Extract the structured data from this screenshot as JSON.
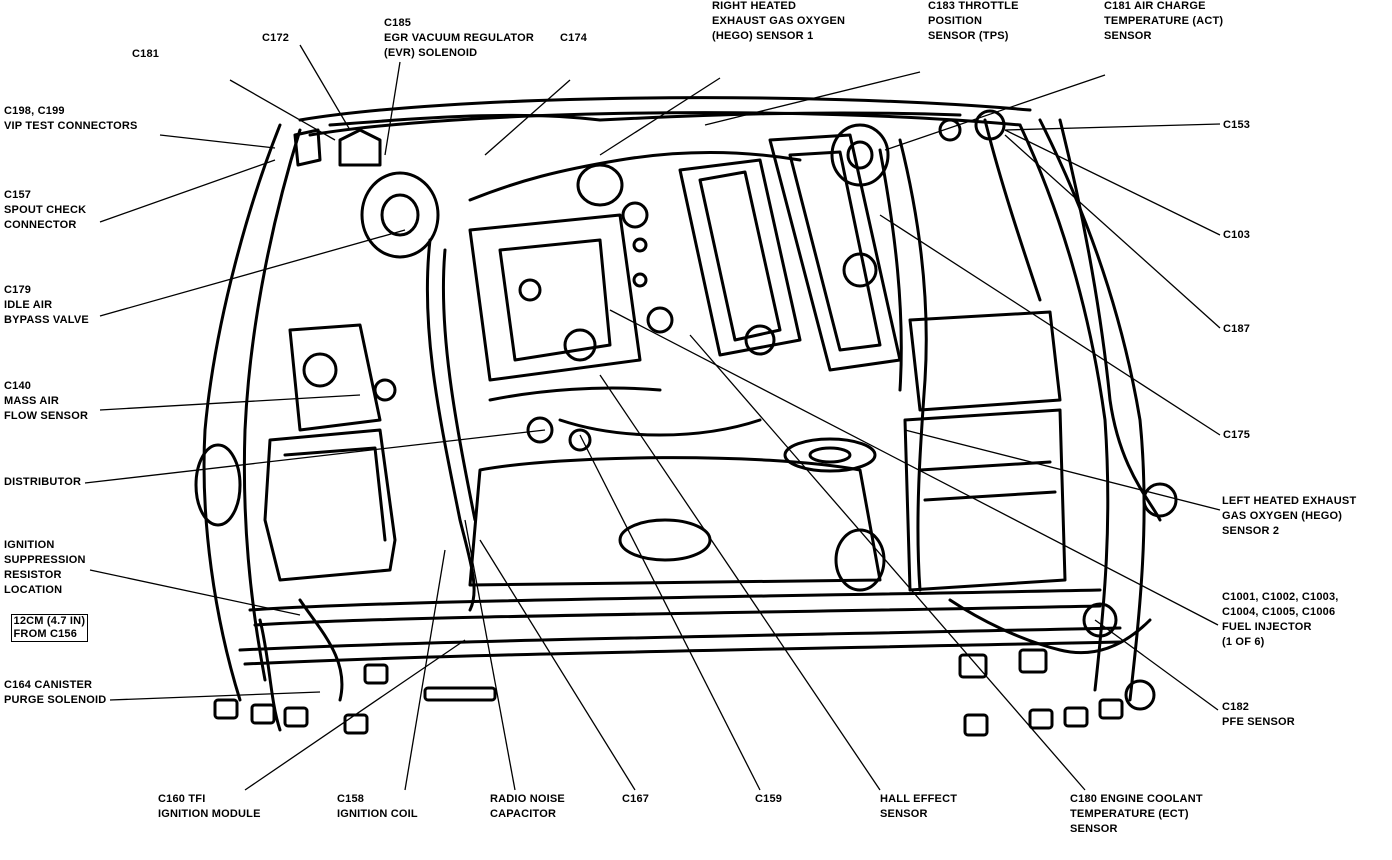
{
  "labels": {
    "c181": [
      "C181"
    ],
    "c172": [
      "C172"
    ],
    "c185": [
      "C185",
      "EGR VACUUM REGULATOR",
      "(EVR) SOLENOID"
    ],
    "c174": [
      "C174"
    ],
    "hego1": [
      "RIGHT HEATED",
      "EXHAUST GAS OXYGEN",
      "(HEGO) SENSOR 1"
    ],
    "tps": [
      "C183 THROTTLE",
      "POSITION",
      "SENSOR (TPS)"
    ],
    "act": [
      "C181 AIR CHARGE",
      "TEMPERATURE (ACT)",
      "SENSOR"
    ],
    "vip": [
      "C198, C199",
      "VIP TEST CONNECTORS"
    ],
    "c157": [
      "C157",
      "SPOUT CHECK",
      "CONNECTOR"
    ],
    "c179": [
      "C179",
      "IDLE AIR",
      "BYPASS VALVE"
    ],
    "c140": [
      "C140",
      "MASS AIR",
      "FLOW SENSOR"
    ],
    "distributor": [
      "DISTRIBUTOR"
    ],
    "ignsup": [
      "IGNITION",
      "SUPPRESSION",
      "RESISTOR",
      "LOCATION"
    ],
    "ignsup_box": [
      "12CM (4.7 IN)",
      "FROM C156"
    ],
    "c164": [
      "C164 CANISTER",
      "PURGE SOLENOID"
    ],
    "c153": [
      "C153"
    ],
    "c103": [
      "C103"
    ],
    "c187": [
      "C187"
    ],
    "c175": [
      "C175"
    ],
    "hego2": [
      "LEFT HEATED EXHAUST",
      "GAS OXYGEN (HEGO)",
      "SENSOR 2"
    ],
    "injector": [
      "C1001, C1002, C1003,",
      "C1004, C1005, C1006",
      "FUEL INJECTOR",
      "(1 OF 6)"
    ],
    "pfe": [
      "C182",
      "PFE SENSOR"
    ],
    "tfi": [
      "C160 TFI",
      "IGNITION MODULE"
    ],
    "coil": [
      "C158",
      "IGNITION COIL"
    ],
    "radio": [
      "RADIO NOISE",
      "CAPACITOR"
    ],
    "c167": [
      "C167"
    ],
    "c159": [
      "C159"
    ],
    "hall": [
      "HALL EFFECT",
      "SENSOR"
    ],
    "ect": [
      "C180 ENGINE COOLANT",
      "TEMPERATURE (ECT)",
      "SENSOR"
    ]
  }
}
